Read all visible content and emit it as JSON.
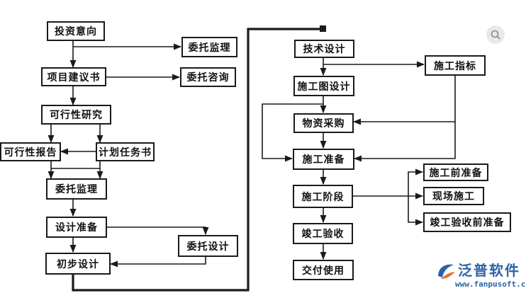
{
  "nodes": {
    "invest_intent": "投资意向",
    "entrust_supervision_top": "委托监理",
    "project_proposal": "项目建议书",
    "entrust_consulting": "委托咨询",
    "feasibility_study": "可行性研究",
    "feasibility_report": "可行性报告",
    "plan_task_book": "计划任务书",
    "entrust_supervision_mid": "委托监理",
    "design_prep": "设计准备",
    "entrust_design": "委托设计",
    "preliminary_design": "初步设计",
    "technical_design": "技术设计",
    "construction_indicator": "施工指标",
    "construction_drawing": "施工图设计",
    "material_procurement": "物资采购",
    "construction_prep": "施工准备",
    "pre_construction_prep": "施工前准备",
    "construction_stage": "施工阶段",
    "site_construction": "现场施工",
    "pre_acceptance_prep": "竣工验收前准备",
    "completion_acceptance": "竣工验收",
    "delivery_use": "交付使用"
  },
  "watermark": {
    "brand": "泛普软件",
    "url": "www.fanpusoft.com",
    "color": "#2d63a8",
    "accent": "#e8722a"
  }
}
